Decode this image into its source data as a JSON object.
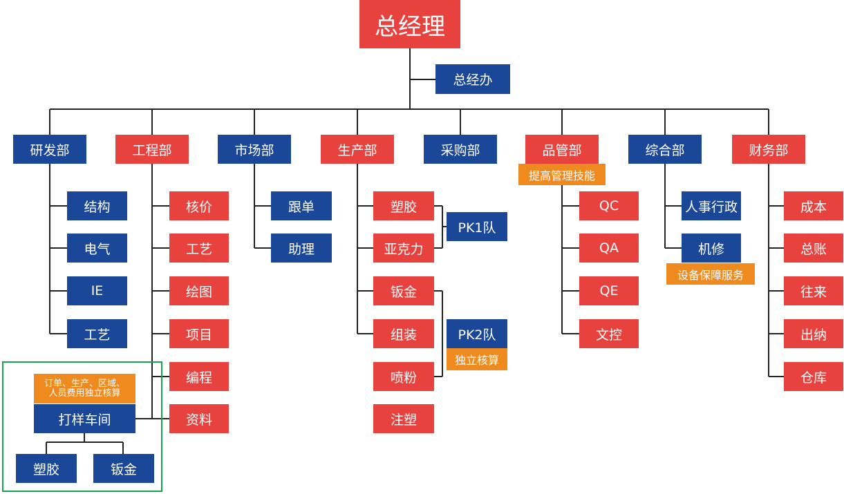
{
  "colors": {
    "red": "#e8423f",
    "blue": "#1a4797",
    "orange": "#ef8a1f",
    "line": "#222222",
    "frame": "#16a34a"
  },
  "ceo": "总经理",
  "office": "总经办",
  "departments": [
    {
      "name": "研发部",
      "color": "blue",
      "children": [
        "结构",
        "电气",
        "IE",
        "工艺"
      ]
    },
    {
      "name": "工程部",
      "color": "red",
      "children": [
        "核价",
        "工艺",
        "绘图",
        "项目",
        "编程",
        "资料"
      ]
    },
    {
      "name": "市场部",
      "color": "blue",
      "children": [
        "跟单",
        "助理"
      ]
    },
    {
      "name": "生产部",
      "color": "red",
      "children": [
        "塑胶",
        "亚克力",
        "钣金",
        "组装",
        "喷粉",
        "注塑"
      ]
    },
    {
      "name": "采购部",
      "color": "blue",
      "children": []
    },
    {
      "name": "品管部",
      "color": "red",
      "note": "提高管理技能",
      "children": [
        "QC",
        "QA",
        "QE",
        "文控"
      ]
    },
    {
      "name": "综合部",
      "color": "blue",
      "children": [
        "人事行政",
        "机修"
      ],
      "child_note": "设备保障服务"
    },
    {
      "name": "财务部",
      "color": "red",
      "children": [
        "成本",
        "总账",
        "往来",
        "出纳",
        "仓库"
      ]
    }
  ],
  "pk_teams": [
    {
      "label": "PK1队"
    },
    {
      "label": "PK2队",
      "note": "独立核算"
    }
  ],
  "sample_workshop": {
    "note_lines": [
      "订单、生产、区域、",
      "人员费用独立核算"
    ],
    "name": "打样车间",
    "children": [
      "塑胶",
      "钣金"
    ]
  }
}
